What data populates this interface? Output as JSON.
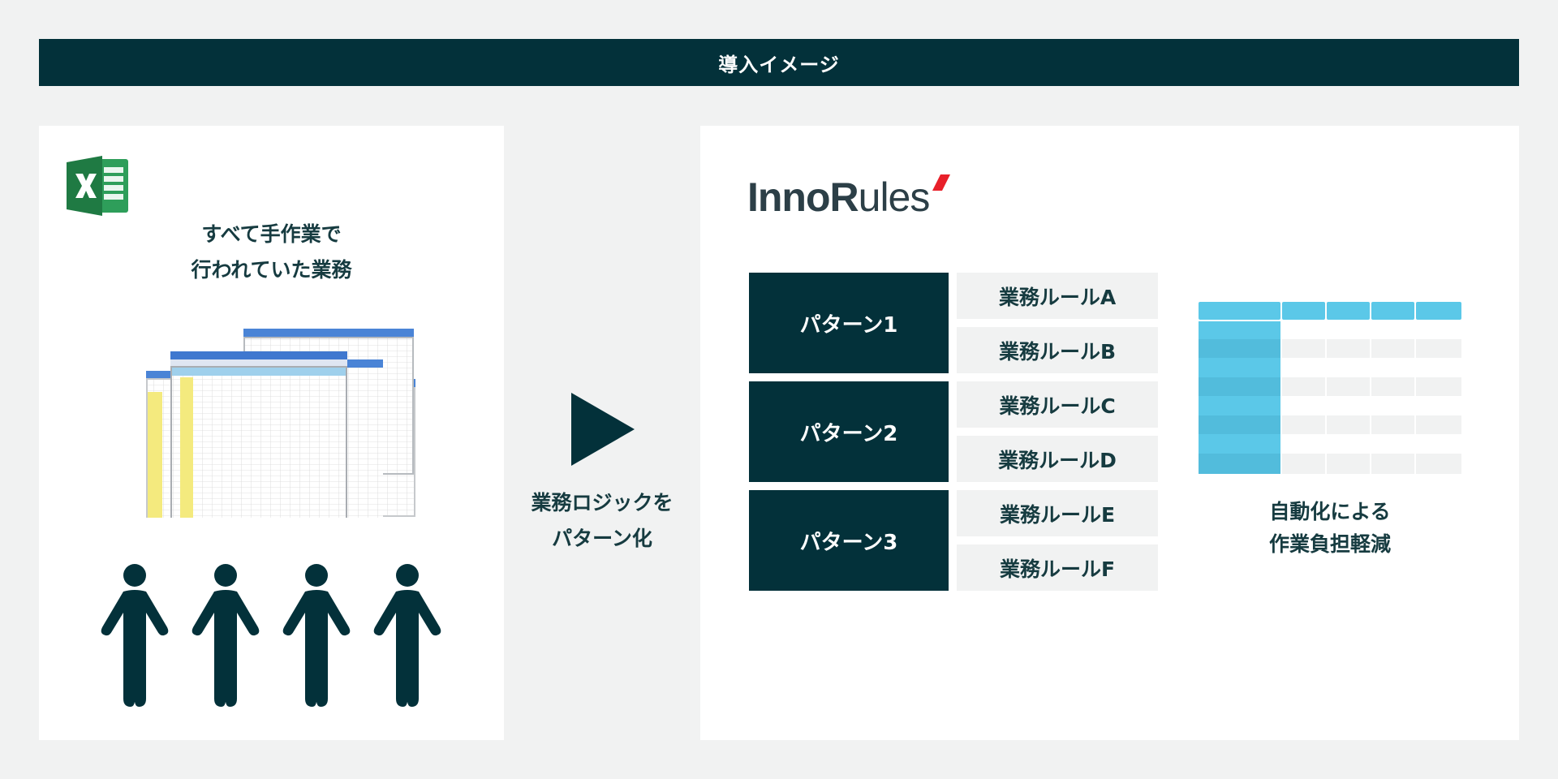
{
  "header": {
    "title": "導入イメージ"
  },
  "left_panel": {
    "caption_lines": [
      "すべて手作業で",
      "行われていた業務"
    ],
    "icons": [
      "excel-icon",
      "spreadsheet-stack-image",
      "person-icon",
      "person-icon",
      "person-icon",
      "person-icon"
    ]
  },
  "arrow": {
    "caption_lines": [
      "業務ロジックを",
      "パターン化"
    ]
  },
  "right_panel": {
    "logo": {
      "bold": "InnoR",
      "light": "ules"
    },
    "patterns": [
      {
        "label": "パターン1",
        "rules": [
          "業務ルールA",
          "業務ルールB"
        ]
      },
      {
        "label": "パターン2",
        "rules": [
          "業務ルールC",
          "業務ルールD"
        ]
      },
      {
        "label": "パターン3",
        "rules": [
          "業務ルールE",
          "業務ルールF"
        ]
      }
    ],
    "result_caption_lines": [
      "自動化による",
      "作業負担軽減"
    ]
  },
  "colors": {
    "background": "#f1f2f2",
    "dark_teal": "#03313a",
    "table_header_blue": "#5bc8e8",
    "excel_green": "#1f7a43",
    "logo_red": "#e8202a"
  }
}
